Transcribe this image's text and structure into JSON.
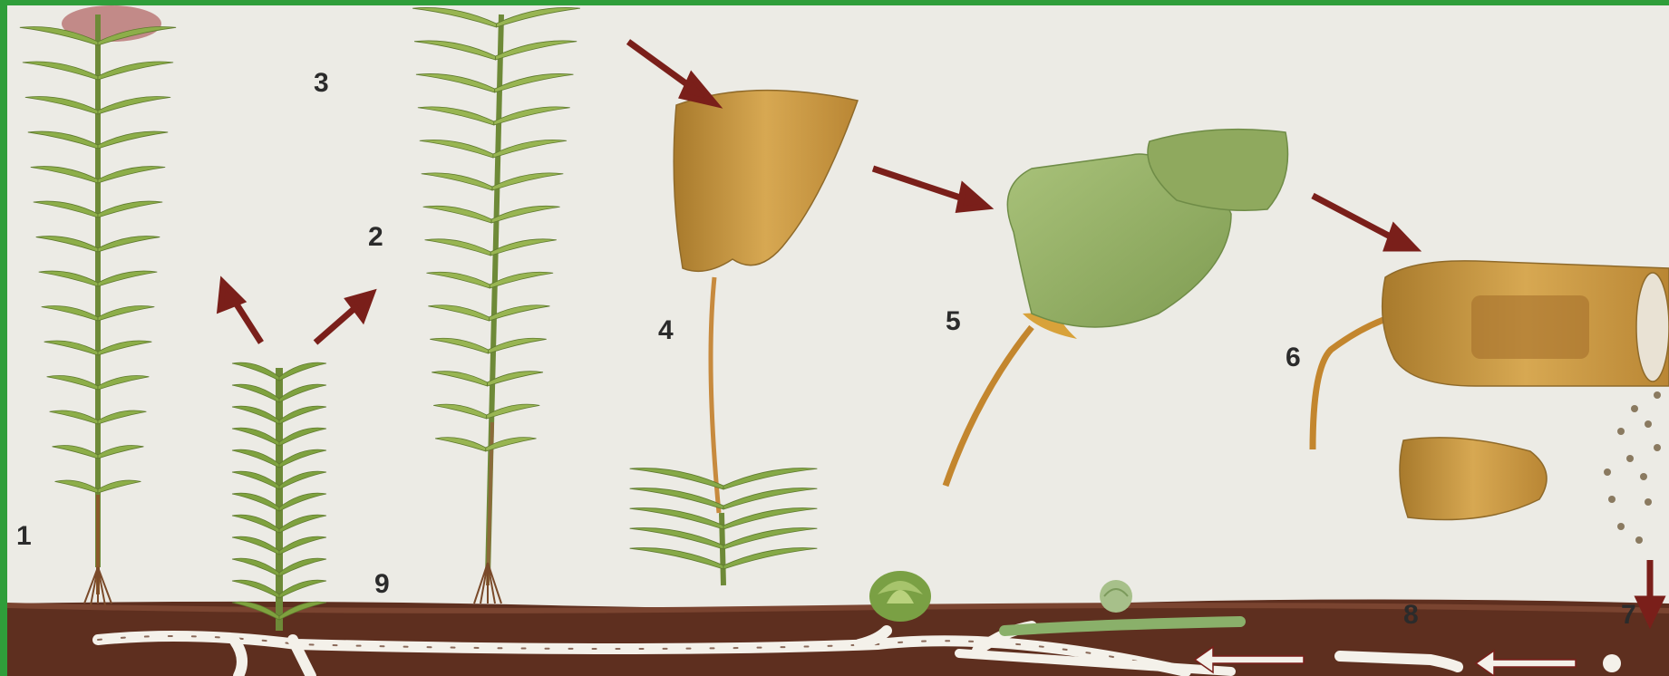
{
  "diagram": {
    "labels": [
      "1",
      "2",
      "3",
      "4",
      "5",
      "6",
      "7",
      "8",
      "9"
    ]
  },
  "colors": {
    "frame": "#2f9e3a",
    "background": "#ecebe5",
    "soil": "#5e2f1f",
    "arrow": "#7a1f1a",
    "leaf": "#8dae49",
    "capsule_green": "#9cb46a",
    "capsule_brown": "#c79a45"
  }
}
